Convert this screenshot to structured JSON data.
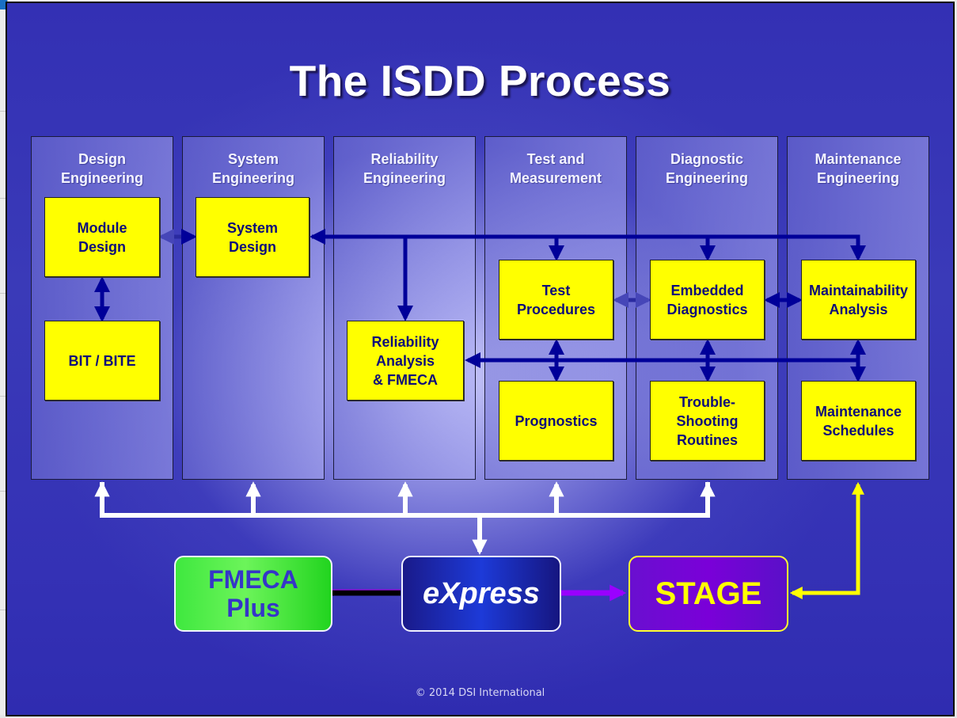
{
  "slide": {
    "title": "The ISDD Process",
    "footer": "© 2014 DSI International"
  },
  "columns": [
    {
      "label": "Design\nEngineering"
    },
    {
      "label": "System\nEngineering"
    },
    {
      "label": "Reliability\nEngineering"
    },
    {
      "label": "Test and\nMeasurement"
    },
    {
      "label": "Diagnostic\nEngineering"
    },
    {
      "label": "Maintenance\nEngineering"
    }
  ],
  "boxes": {
    "module_design": "Module\nDesign",
    "bit_bite": "BIT / BITE",
    "system_design": "System\nDesign",
    "reliability_analysis": "Reliability\nAnalysis\n& FMECA",
    "test_procedures": "Test\nProcedures",
    "prognostics": "Prognostics",
    "embedded_diagnostics": "Embedded\nDiagnostics",
    "troubleshooting": "Trouble-\nShooting\nRoutines",
    "maintainability_analysis": "Maintainability\nAnalysis",
    "maintenance_schedules": "Maintenance\nSchedules"
  },
  "tools": {
    "fmeca_plus": "FMECA\nPlus",
    "express": "eXpress",
    "stage": "STAGE"
  },
  "colors": {
    "background": "#3431b5",
    "box_fill": "#ffff00",
    "box_text": "#0d0d7a",
    "connector": "#000099",
    "tool_fmeca": "#3fe83f",
    "tool_express": "#1d3ad8",
    "tool_stage": "#7a00d8",
    "stage_link": "#ffff00",
    "express_stage_link": "#9a00ff"
  }
}
